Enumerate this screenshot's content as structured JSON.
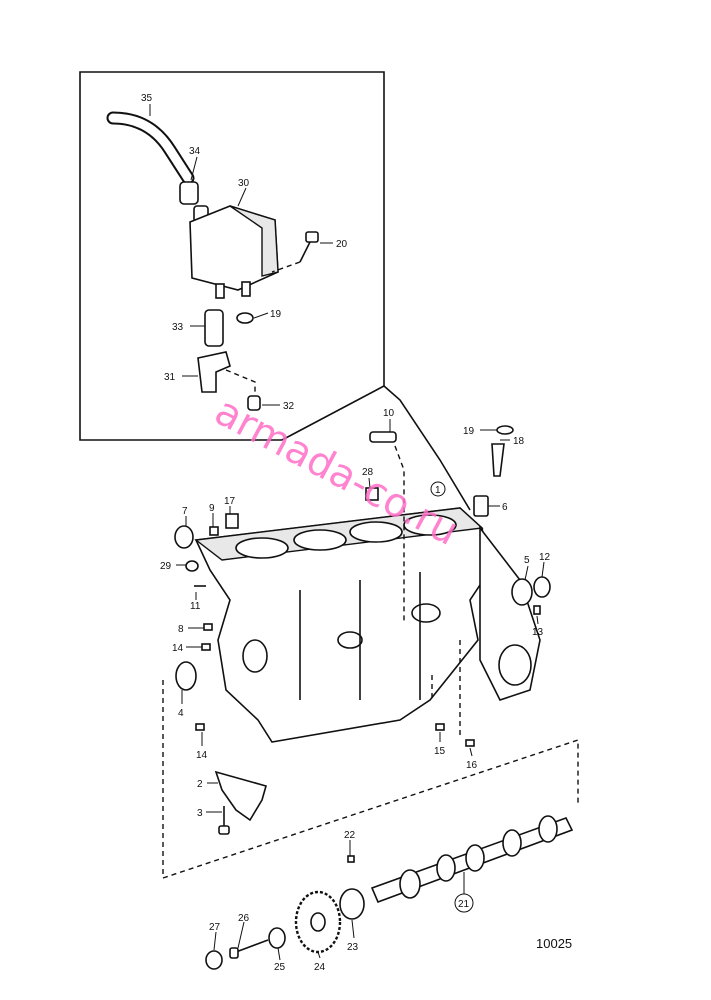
{
  "diagram": {
    "reference_number": "10025",
    "watermark": "armada-co.ru",
    "labels": {
      "p1": "1",
      "p2": "2",
      "p3": "3",
      "p4": "4",
      "p5": "5",
      "p6": "6",
      "p7": "7",
      "p8": "8",
      "p9": "9",
      "p10": "10",
      "p11": "11",
      "p12": "12",
      "p13": "13",
      "p14a": "14",
      "p14b": "14",
      "p15": "15",
      "p16": "16",
      "p17": "17",
      "p18": "18",
      "p19a": "19",
      "p19b": "19",
      "p20": "20",
      "p21": "21",
      "p22": "22",
      "p23": "23",
      "p24": "24",
      "p25": "25",
      "p26": "26",
      "p27": "27",
      "p28": "28",
      "p29": "29",
      "p30": "30",
      "p31": "31",
      "p32": "32",
      "p33": "33",
      "p34": "34",
      "p35": "35"
    }
  }
}
